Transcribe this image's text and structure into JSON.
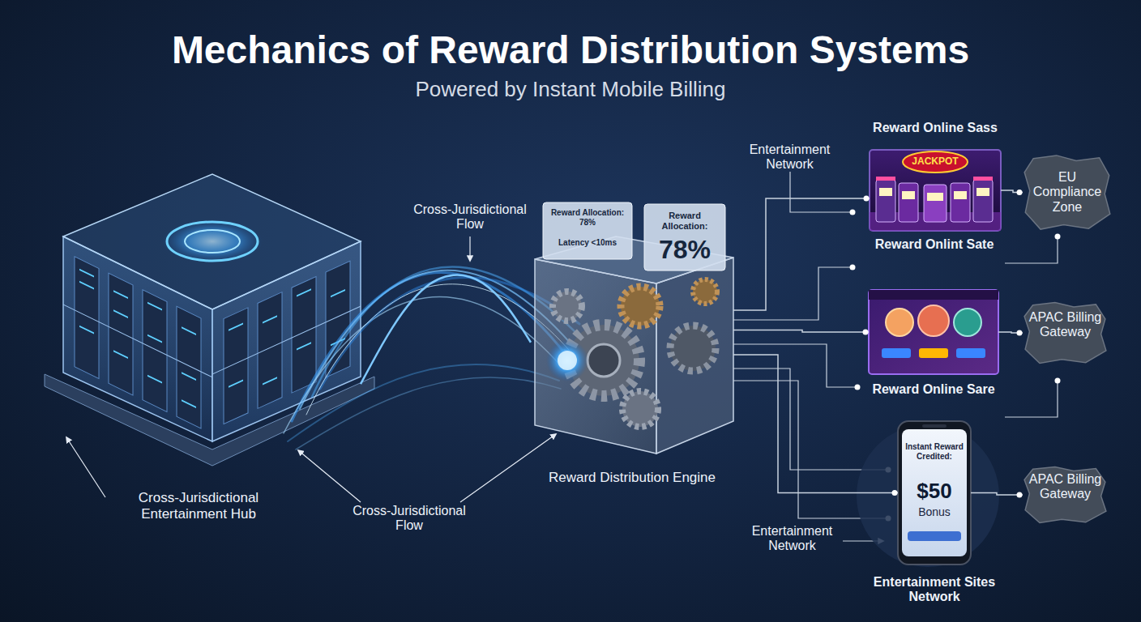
{
  "diagram": {
    "title": "Mechanics of Reward Distribution Systems",
    "nodes": [
      {
        "text": [
          "Cross-Jurisdictional Entertainment Hub"
        ]
      },
      {
        "text": [
          "Reward Distribution Engine"
        ]
      },
      {
        "text": [
          "Reward Online Sass",
          "JACKPOT"
        ]
      },
      {
        "text": [
          "EU Compliance Zone"
        ]
      },
      {
        "text": [
          "Reward Online Sare"
        ]
      },
      {
        "text": [
          "APAC Billing Gateway"
        ]
      },
      {
        "text": [
          "Instant Reward Credited:",
          "$50",
          "Bonus",
          "Entertainment Sites Network"
        ]
      },
      {
        "text": [
          "APAC Billing Gateway"
        ]
      }
    ],
    "edges": [
      {
        "from": 0,
        "to": 1,
        "label": "Cross-Jurisdictional Flow",
        "arrow": "none"
      },
      {
        "from": 1,
        "to": 2,
        "arrow": "none"
      },
      {
        "from": 1,
        "to": 4,
        "arrow": "none"
      },
      {
        "from": 1,
        "to": 6,
        "arrow": "none"
      },
      {
        "from": 2,
        "to": 3,
        "arrow": "none"
      },
      {
        "from": 4,
        "to": 5,
        "arrow": "none"
      },
      {
        "from": 6,
        "to": 7,
        "arrow": "none"
      }
    ],
    "labels": [
      "Powered by Instant Mobile Billing",
      "Cross-Jurisdictional Flow",
      "Reward Allocation: 78%",
      "Latency <10ms",
      "Reward Allocation:",
      "78%",
      "Entertainment Network",
      "Reward Onlint Sate",
      "Entertainment Network"
    ]
  }
}
